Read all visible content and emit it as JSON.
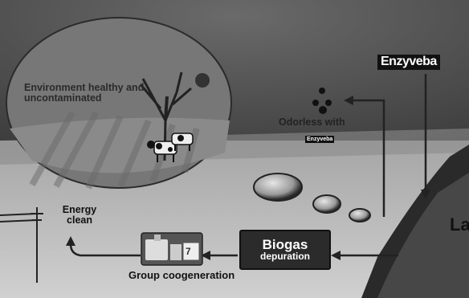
{
  "labels": {
    "environment": "Environment healthy and uncontaminated",
    "odorless": "Odorless with",
    "enzyveba_small": "Enzyveba",
    "enzyveba_brand": "Enzyveba",
    "energy": "Energy clean",
    "group": "Group coogeneration",
    "la": "La"
  },
  "biogas": {
    "title": "Biogas",
    "subtitle": "depuration"
  },
  "generator": {
    "panel_number": "7"
  },
  "colors": {
    "background_dark": "#4a4a4a",
    "sky": "#9a9a9a",
    "ground": "#bdbdbd",
    "biogas_box": "#2b2b2b"
  }
}
